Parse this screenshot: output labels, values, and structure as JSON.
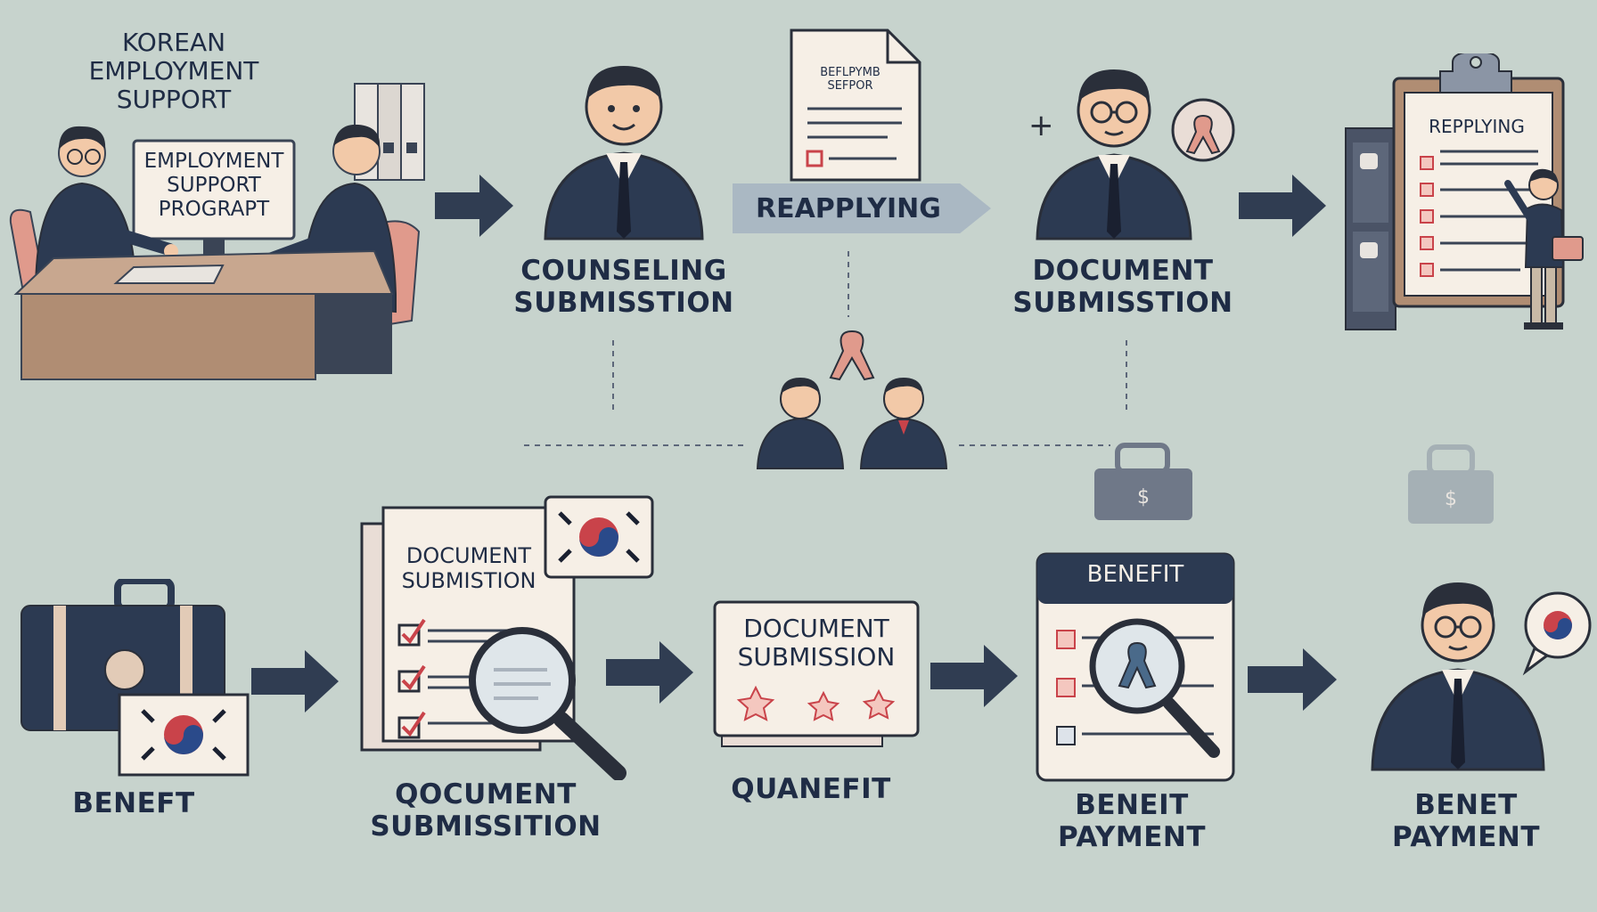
{
  "header": {
    "title_lines": [
      "KOREAN",
      "EMPLOYMENT",
      "SUPPORT"
    ]
  },
  "office_scene": {
    "screen_lines": [
      "EMPLOYMENT",
      "SUPPORT",
      "PROGRAPT"
    ]
  },
  "top_row": {
    "counseling_caption": [
      "COUNSELING",
      "SUBMISSTION"
    ],
    "banner_label": "REAPPLYING",
    "document_caption": [
      "DOCUMENT",
      "SUBMISSTION"
    ],
    "clipboard_label": "REPPLYING",
    "form_header": "BEFLPYMB SEFPOR"
  },
  "middle": {
    "bag_symbol_1": "$",
    "bag_symbol_2": "$"
  },
  "bottom_row": {
    "benefit_caption": "BENEFT",
    "checklist_card_lines": [
      "DOCUMENT",
      "SUBMISTION"
    ],
    "checklist_caption": [
      "QOCUMENT",
      "SUBMISSITION"
    ],
    "doc_card_lines": [
      "DOCUMENT",
      "SUBMISSION"
    ],
    "doc_card_caption": "QUANEFIT",
    "benefit_card_header": "BENEFIT",
    "benefit_card_caption": [
      "BENEIT",
      "PAYMENT"
    ],
    "final_caption": [
      "BENET",
      "PAYMENT"
    ]
  },
  "colors": {
    "background": "#c7d3cd",
    "navy": "#1f2c45",
    "suit": "#2c3a52",
    "arrow": "#303d52",
    "paper": "#f6efe6",
    "accent_red": "#c9434a",
    "accent_blue": "#2a4a8a",
    "chair": "#e09a8c",
    "desk": "#b08d73"
  }
}
